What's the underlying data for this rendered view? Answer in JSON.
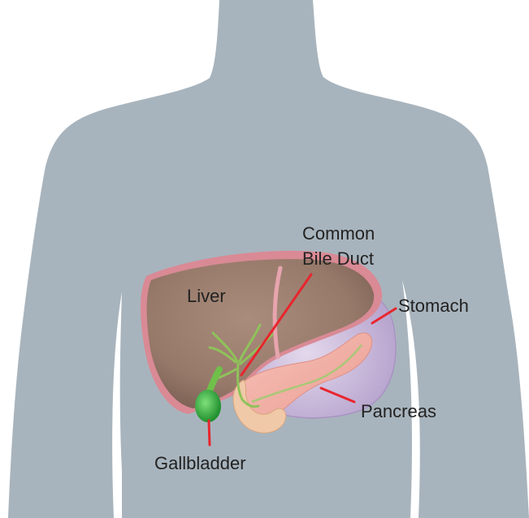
{
  "labels": {
    "common_bile_duct_line1": "Common",
    "common_bile_duct_line2": "Bile Duct",
    "liver": "Liver",
    "stomach": "Stomach",
    "pancreas": "Pancreas",
    "gallbladder": "Gallbladder"
  },
  "colors": {
    "background": "#ffffff",
    "body_silhouette": "#a8b4bd",
    "liver": "#9c7f70",
    "liver_rim": "#d98a95",
    "stomach": "#c8b9d8",
    "pancreas": "#f3b0a6",
    "gallbladder": "#2aa83a",
    "bile_duct": "#8fc25a",
    "leader_lines": "#e8252e"
  }
}
